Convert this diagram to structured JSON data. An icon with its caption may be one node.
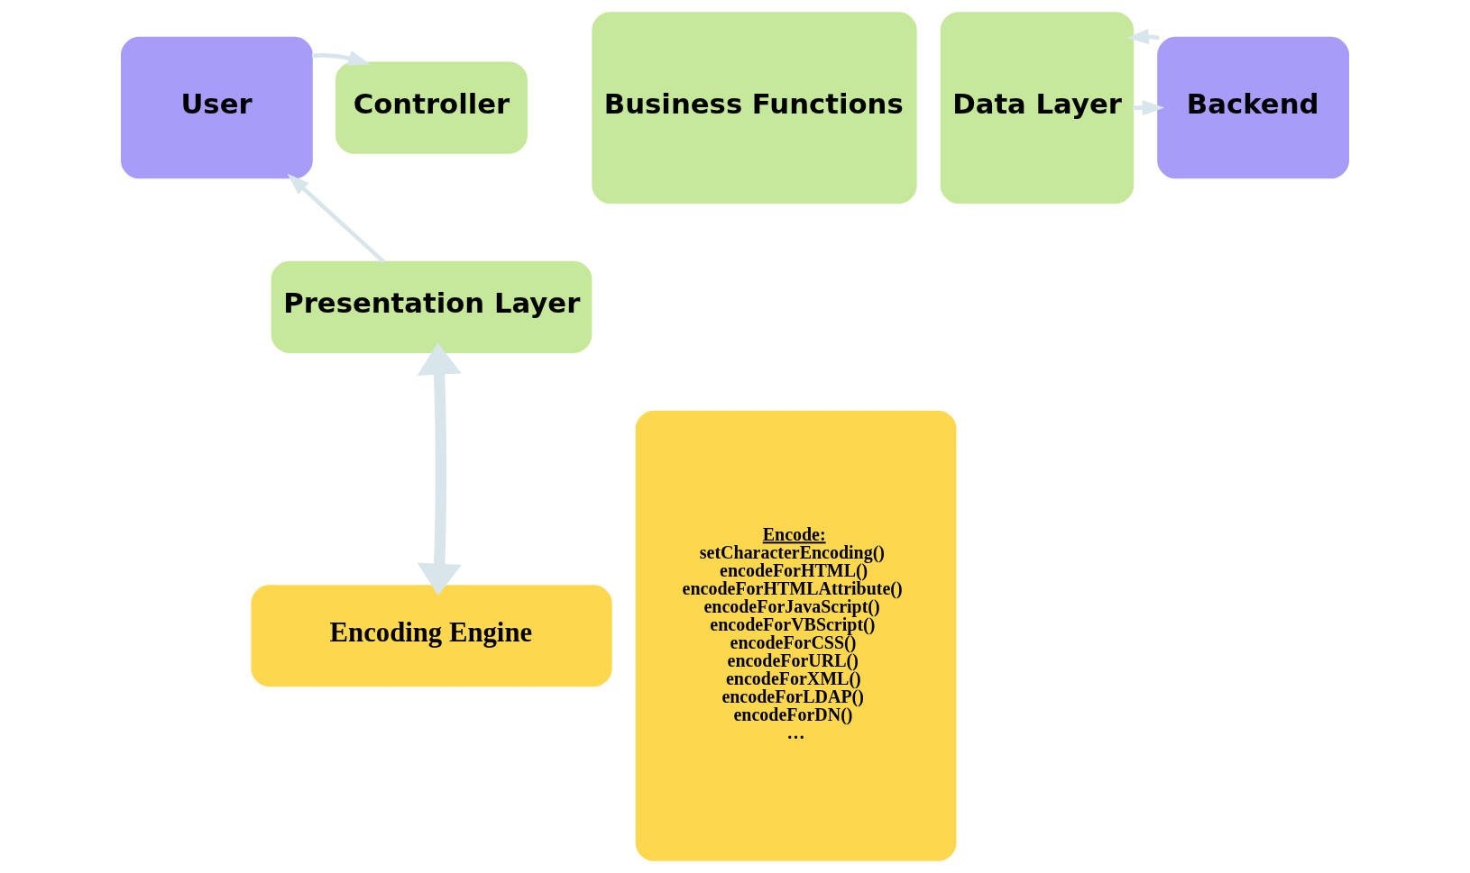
{
  "diagram": {
    "nodes": [
      {
        "text": [
          "User"
        ]
      },
      {
        "text": [
          "Controller"
        ]
      },
      {
        "text": [
          "Business Functions"
        ]
      },
      {
        "text": [
          "Data Layer"
        ]
      },
      {
        "text": [
          "Backend"
        ]
      },
      {
        "text": [
          "Presentation Layer"
        ]
      },
      {
        "text": [
          "Encoding Engine"
        ]
      },
      {
        "text": [
          "Encode:",
          "setCharacterEncoding()",
          "encodeForHTML()",
          "encodeForHTMLAttribute()",
          "encodeForJavaScript()",
          "encodeForVBScript()",
          "encodeForCSS()",
          "encodeForURL()",
          "encodeForXML()",
          "encodeForLDAP()",
          "encodeForDN()",
          "…"
        ]
      }
    ],
    "edges": [
      {
        "from": 0,
        "to": 1,
        "arrow": "to"
      },
      {
        "from": 5,
        "to": 0,
        "arrow": "to"
      },
      {
        "from": 3,
        "to": 4,
        "arrow": "to"
      },
      {
        "from": 4,
        "to": 3,
        "arrow": "to"
      },
      {
        "from": 5,
        "to": 6,
        "arrow": "both",
        "style": "thick"
      }
    ]
  }
}
